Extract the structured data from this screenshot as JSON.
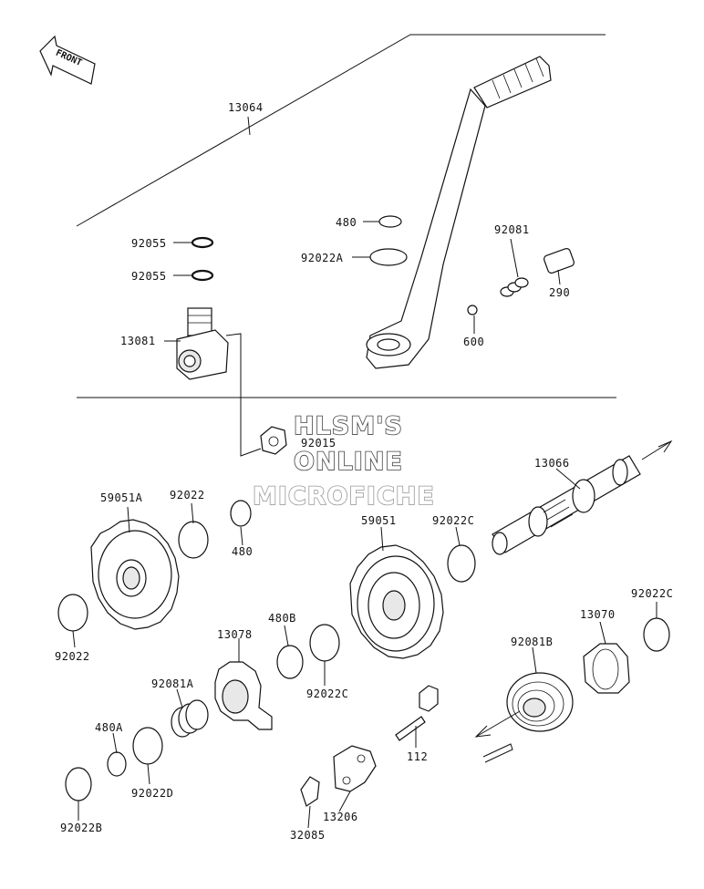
{
  "direction_label": "FRONT",
  "watermark": {
    "line1": "HLSM'S",
    "line2": "ONLINE",
    "line3": "MICROFICHE"
  },
  "labels": {
    "p13064": "13064",
    "p92055a": "92055",
    "p92055b": "92055",
    "p13081": "13081",
    "p480_top": "480",
    "p92022A": "92022A",
    "p92081": "92081",
    "p290": "290",
    "p600": "600",
    "p92015": "92015",
    "p59051A": "59051A",
    "p92022_top": "92022",
    "p480_mid": "480",
    "p13066": "13066",
    "p59051": "59051",
    "p92022C_a": "92022C",
    "p92022_left": "92022",
    "p13078": "13078",
    "p480B": "480B",
    "p92022C_b": "92022C",
    "p13070": "13070",
    "p92022C_c": "92022C",
    "p92081B": "92081B",
    "p92081A": "92081A",
    "p480A": "480A",
    "p92022D": "92022D",
    "p112": "112",
    "p92022B": "92022B",
    "p13206": "13206",
    "p32085": "32085"
  }
}
